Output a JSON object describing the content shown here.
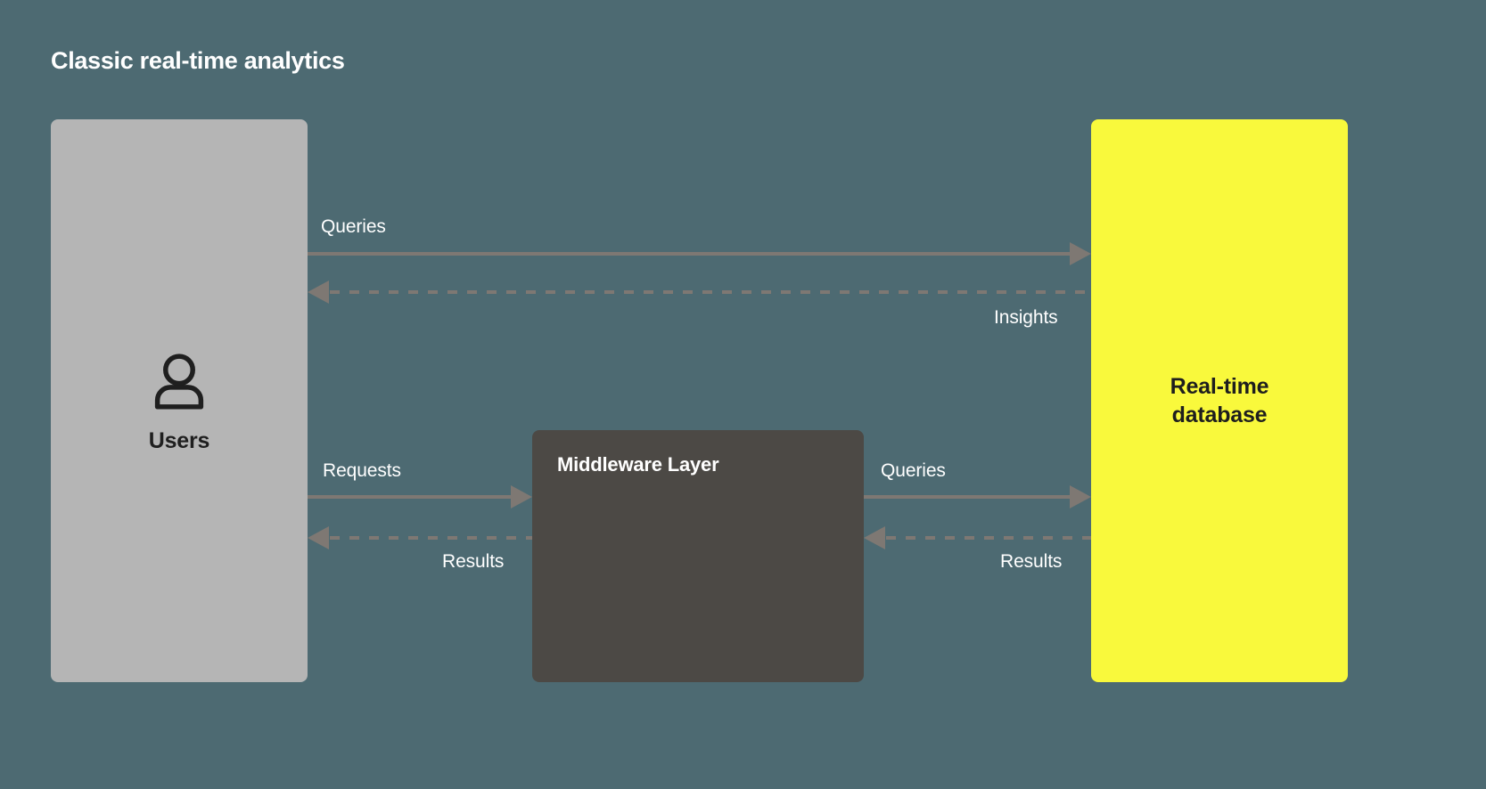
{
  "title": "Classic real-time analytics",
  "colors": {
    "background": "#4d6a72",
    "users_box": "#b5b5b5",
    "middleware_box": "#4c4945",
    "database_box": "#f9f93c",
    "connector": "#7e7873",
    "label_text": "#ffffff",
    "dark_text": "#1e1e1e"
  },
  "nodes": {
    "users": {
      "label": "Users",
      "icon": "user-icon"
    },
    "middleware": {
      "label": "Middleware Layer"
    },
    "database": {
      "label_line1": "Real-time",
      "label_line2": "database"
    }
  },
  "edges": {
    "queries_top": {
      "label": "Queries",
      "from": "Users",
      "to": "Real-time database",
      "style": "solid",
      "direction": "right"
    },
    "insights": {
      "label": "Insights",
      "from": "Real-time database",
      "to": "Users",
      "style": "dashed",
      "direction": "left"
    },
    "requests": {
      "label": "Requests",
      "from": "Users",
      "to": "Middleware Layer",
      "style": "solid",
      "direction": "right"
    },
    "results_left": {
      "label": "Results",
      "from": "Middleware Layer",
      "to": "Users",
      "style": "dashed",
      "direction": "left"
    },
    "queries_middleware": {
      "label": "Queries",
      "from": "Middleware Layer",
      "to": "Real-time database",
      "style": "solid",
      "direction": "right"
    },
    "results_right": {
      "label": "Results",
      "from": "Real-time database",
      "to": "Middleware Layer",
      "style": "dashed",
      "direction": "left"
    }
  }
}
